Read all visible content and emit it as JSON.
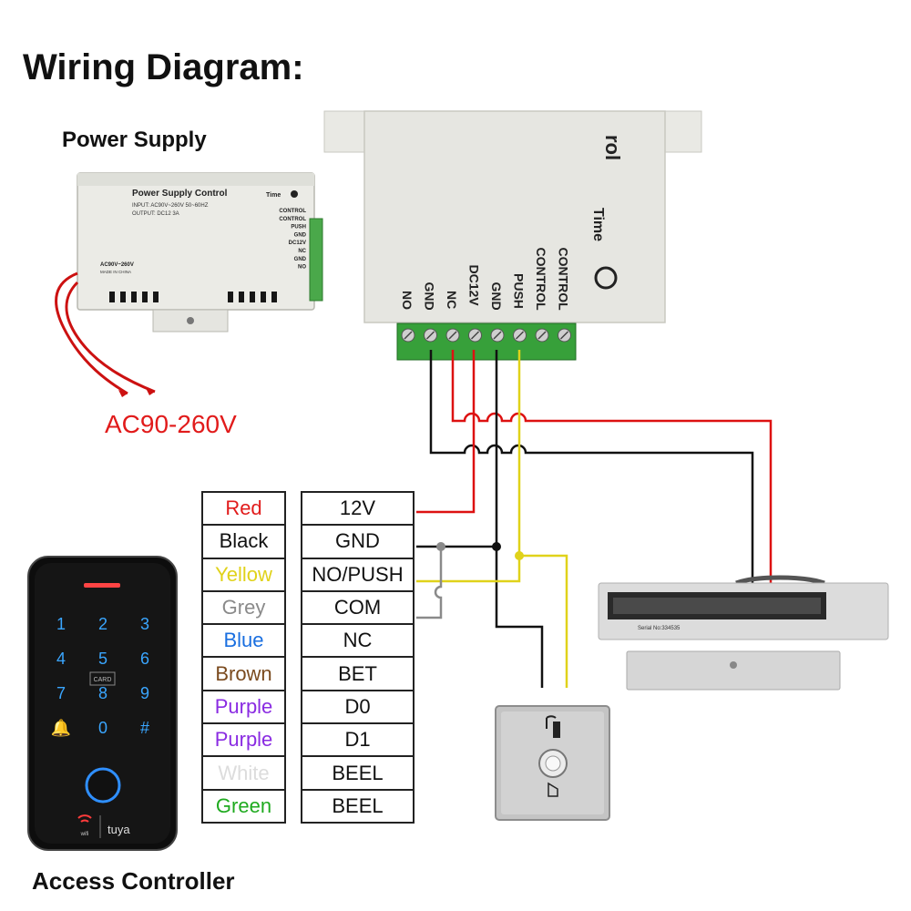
{
  "title": "Wiring Diagram:",
  "power_supply": {
    "label": "Power Supply",
    "panel_title": "Power Supply Control",
    "input_line": "INPUT: AC90V~260V 50~60HZ",
    "output_line": "OUTPUT: DC12 3A",
    "time_label": "Time",
    "ac_side_label": "AC90V~260V",
    "made_in": "MADE IN CHINA",
    "terminals": [
      "CONTROL",
      "CONTROL",
      "PUSH",
      "GND",
      "DC12V",
      "NC",
      "GND",
      "NO"
    ]
  },
  "ac_input_label": "AC90-260V",
  "controller_closeup": {
    "title_fragment": "rol",
    "time_label": "Time",
    "terminals": [
      "NO",
      "GND",
      "NC",
      "DC12V",
      "GND",
      "PUSH",
      "CONTROL",
      "CONTROL"
    ]
  },
  "wire_table": {
    "rows": [
      {
        "color_name": "Red",
        "color": "#e11b1b",
        "function": "12V"
      },
      {
        "color_name": "Black",
        "color": "#111111",
        "function": "GND"
      },
      {
        "color_name": "Yellow",
        "color": "#e0d21a",
        "function": "NO/PUSH"
      },
      {
        "color_name": "Grey",
        "color": "#8a8a8a",
        "function": "COM"
      },
      {
        "color_name": "Blue",
        "color": "#1a6fe0",
        "function": "NC"
      },
      {
        "color_name": "Brown",
        "color": "#7a4a1e",
        "function": "BET"
      },
      {
        "color_name": "Purple",
        "color": "#8a2be2",
        "function": "D0"
      },
      {
        "color_name": "Purple",
        "color": "#8a2be2",
        "function": "D1"
      },
      {
        "color_name": "White",
        "color": "#dcdcdc",
        "function": "BEEL"
      },
      {
        "color_name": "Green",
        "color": "#1faa1f",
        "function": "BEEL"
      }
    ]
  },
  "keypad": {
    "keys": [
      "1",
      "2",
      "3",
      "4",
      "5",
      "6",
      "7",
      "8",
      "9",
      "🔔",
      "0",
      "#"
    ],
    "card_label": "CARD",
    "wifi_label": "wifi",
    "brand": "tuya"
  },
  "access_controller_label": "Access Controller",
  "maglock": {
    "serial": "Serial No:334535"
  }
}
